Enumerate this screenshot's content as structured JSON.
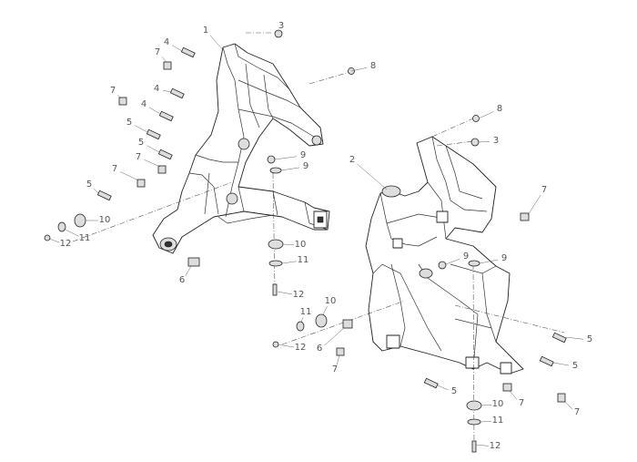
{
  "diagram": {
    "type": "exploded-parts-view",
    "left_assembly_labels": [
      "1",
      "3",
      "4",
      "7",
      "8",
      "7",
      "4",
      "4",
      "5",
      "5",
      "7",
      "7",
      "5",
      "9",
      "9",
      "10",
      "11",
      "12",
      "10",
      "11",
      "6",
      "12"
    ],
    "right_assembly_labels": [
      "8",
      "3",
      "2",
      "7",
      "9",
      "9",
      "10",
      "11",
      "12",
      "6",
      "7",
      "5",
      "5",
      "5",
      "7",
      "7",
      "10",
      "11",
      "12"
    ]
  }
}
